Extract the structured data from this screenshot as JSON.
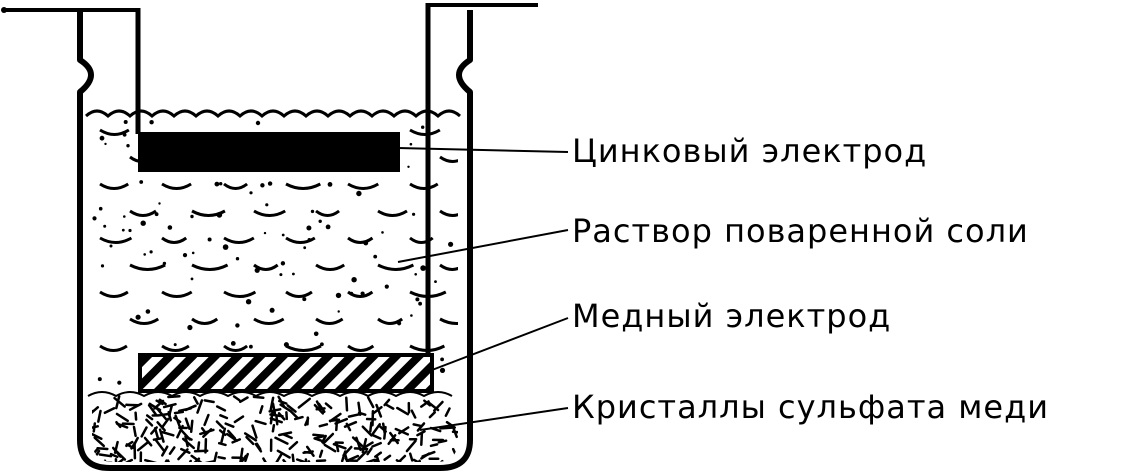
{
  "labels": {
    "zinc_electrode": "Цинковый электрод",
    "salt_solution": "Раствор поваренной соли",
    "copper_electrode": "Медный электрод",
    "copper_sulfate_crystals": "Кристаллы сульфата меди"
  },
  "colors": {
    "ink": "#000000",
    "background": "#ffffff"
  }
}
